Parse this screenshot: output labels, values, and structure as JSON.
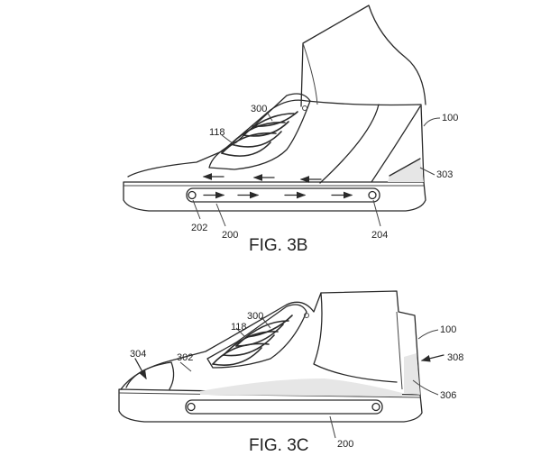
{
  "figures": [
    {
      "caption": "FIG. 3B",
      "refs": {
        "upper": "100",
        "heel_counter": "303",
        "tongue": "300",
        "lace": "118",
        "rail_front": "202",
        "rail": "200",
        "rail_back": "204"
      }
    },
    {
      "caption": "FIG. 3C",
      "refs": {
        "upper": "100",
        "heel": "308",
        "heel_insert": "306",
        "tongue": "300",
        "lace": "118",
        "toe_cap": "304",
        "vamp": "302",
        "rail": "200"
      }
    }
  ],
  "colors": {
    "line": "#2a2a2a",
    "shade": "#e6e6e6",
    "background": "#ffffff"
  }
}
